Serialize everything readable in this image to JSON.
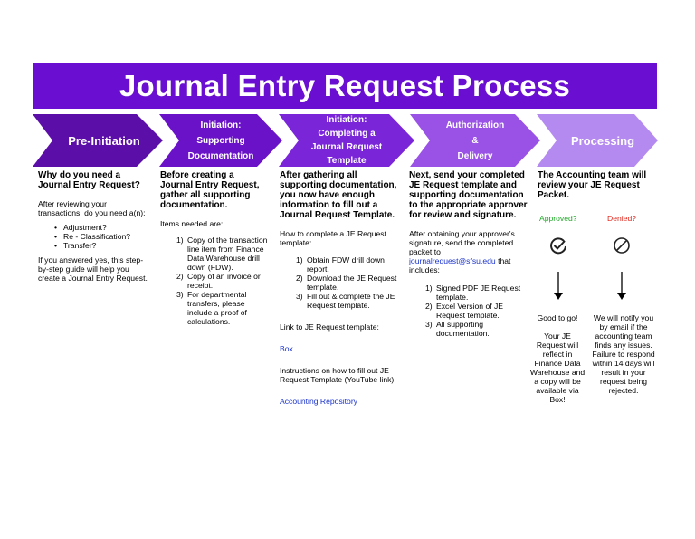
{
  "title": "Journal Entry Request Process",
  "steps": [
    {
      "label": "Pre-Initiation"
    },
    {
      "line1": "Initiation:",
      "line2": "Supporting",
      "line3": "Documentation"
    },
    {
      "line1": "Initiation:",
      "line2": "Completing a",
      "line3": "Journal Request",
      "line4": "Template"
    },
    {
      "line1": "Authorization",
      "line2": "&",
      "line3": "Delivery"
    },
    {
      "label": "Processing"
    }
  ],
  "colors": {
    "banner": "#6a0fd1",
    "step1": "#5b0ea8",
    "step2": "#6a12c7",
    "step3": "#7a26d8",
    "step4": "#9a52e6",
    "step5": "#b58af0",
    "link": "#1a33cc",
    "approved": "#22a82a",
    "denied": "#e0281e"
  },
  "col1": {
    "heading": "Why do you need a Journal Entry Request?",
    "intro": "After reviewing your transactions, do you need a(n):",
    "items": [
      "Adjustment?",
      "Re - Classification?",
      "Transfer?"
    ],
    "outro": "If you answered yes, this step-by-step guide will help you create a Journal Entry Request."
  },
  "col2": {
    "heading": "Before creating a Journal Entry Request, gather all supporting documentation.",
    "intro": "Items needed are:",
    "items": [
      {
        "n": "1)",
        "t": "Copy of the transaction line item from Finance Data Warehouse drill down (FDW)."
      },
      {
        "n": "2)",
        "t": "Copy of an invoice or receipt."
      },
      {
        "n": "3)",
        "t": "For departmental transfers, please include a proof of calculations."
      }
    ]
  },
  "col3": {
    "heading": "After gathering all supporting documentation, you now have enough information to fill out a Journal Request Template.",
    "intro": "How to complete a JE Request template:",
    "items": [
      {
        "n": "1)",
        "t": "Obtain FDW drill down report."
      },
      {
        "n": "2)",
        "t": "Download the JE Request template."
      },
      {
        "n": "3)",
        "t": "Fill out & complete the JE Request template."
      }
    ],
    "link_intro": "Link to JE Request template:",
    "link1": "Box",
    "instructions": "Instructions on how to fill out JE Request Template (YouTube link):",
    "link2": "Accounting Repository"
  },
  "col4": {
    "heading": "Next, send your completed JE Request template and supporting documentation to the appropriate approver for review and signature.",
    "intro_pre": "After obtaining your approver's signature, send the completed packet to ",
    "email": "journalrequest@sfsu.edu",
    "intro_post": " that includes:",
    "items": [
      {
        "n": "1)",
        "t": "Signed PDF JE Request template."
      },
      {
        "n": "2)",
        "t": "Excel Version of JE Request template."
      },
      {
        "n": "3)",
        "t": "All supporting documentation."
      }
    ]
  },
  "col5": {
    "heading": "The Accounting team will review your JE Request Packet.",
    "approved": "Approved?",
    "denied": "Denied?",
    "approved_title": "Good to go!",
    "approved_text": "Your JE Request will reflect in Finance Data Warehouse and a copy will be available via Box!",
    "denied_text": "We will notify you by email if the accounting team finds any issues. Failure to respond within 14 days will result in your request being rejected."
  },
  "icons": [
    "check-circle-icon",
    "prohibited-icon",
    "down-arrow-icon"
  ]
}
